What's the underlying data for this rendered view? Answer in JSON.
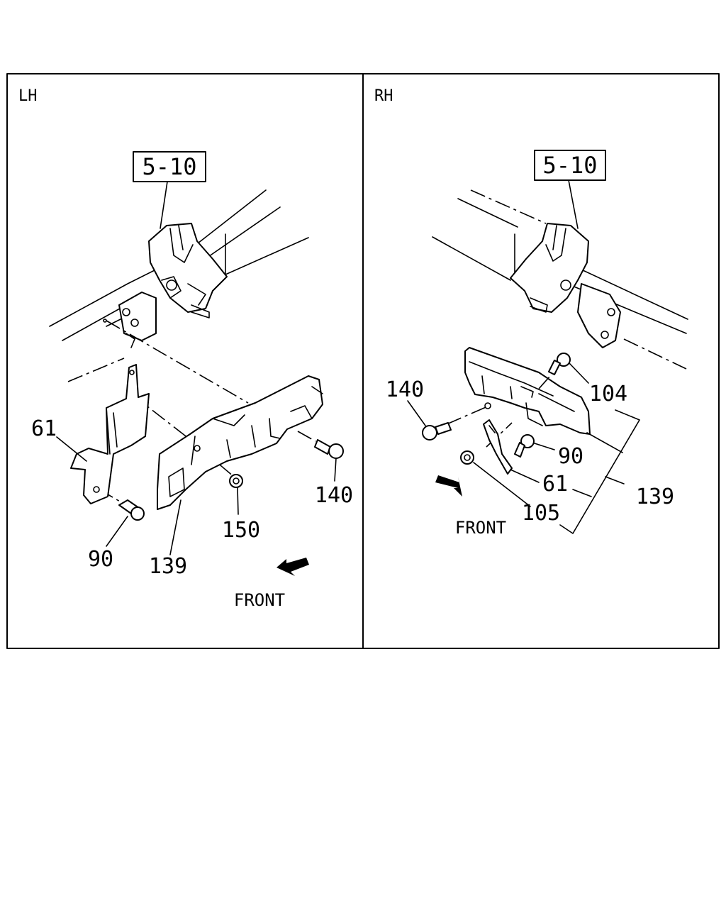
{
  "panels": [
    {
      "id": "lh",
      "side_label": "LH",
      "ref_label": "5-10",
      "front_label": "FRONT",
      "callouts": [
        "61",
        "90",
        "139",
        "150",
        "140"
      ]
    },
    {
      "id": "rh",
      "side_label": "RH",
      "ref_label": "5-10",
      "front_label": "FRONT",
      "callouts": [
        "140",
        "104",
        "90",
        "61",
        "105",
        "139"
      ]
    }
  ]
}
